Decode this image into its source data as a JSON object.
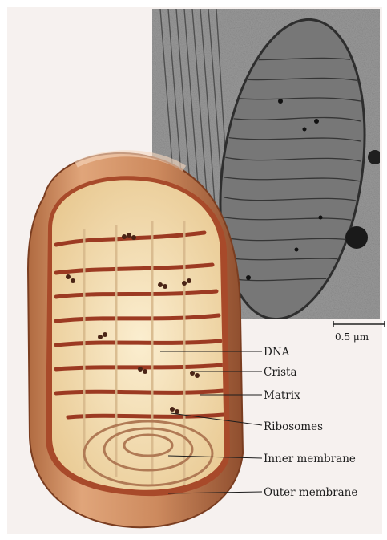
{
  "labels": {
    "dna": "DNA",
    "crista": "Crista",
    "matrix": "Matrix",
    "ribosomes": "Ribosomes",
    "inner_membrane": "Inner membrane",
    "outer_membrane": "Outer membrane"
  },
  "scale_bar": {
    "text": "0.5 μm"
  },
  "colors": {
    "outer_membrane": "#c8845a",
    "inner_membrane": "#a84a2a",
    "matrix": "#f2ddb0",
    "crista_line": "#9c3a22",
    "micrograph": "#8d8d8d"
  }
}
